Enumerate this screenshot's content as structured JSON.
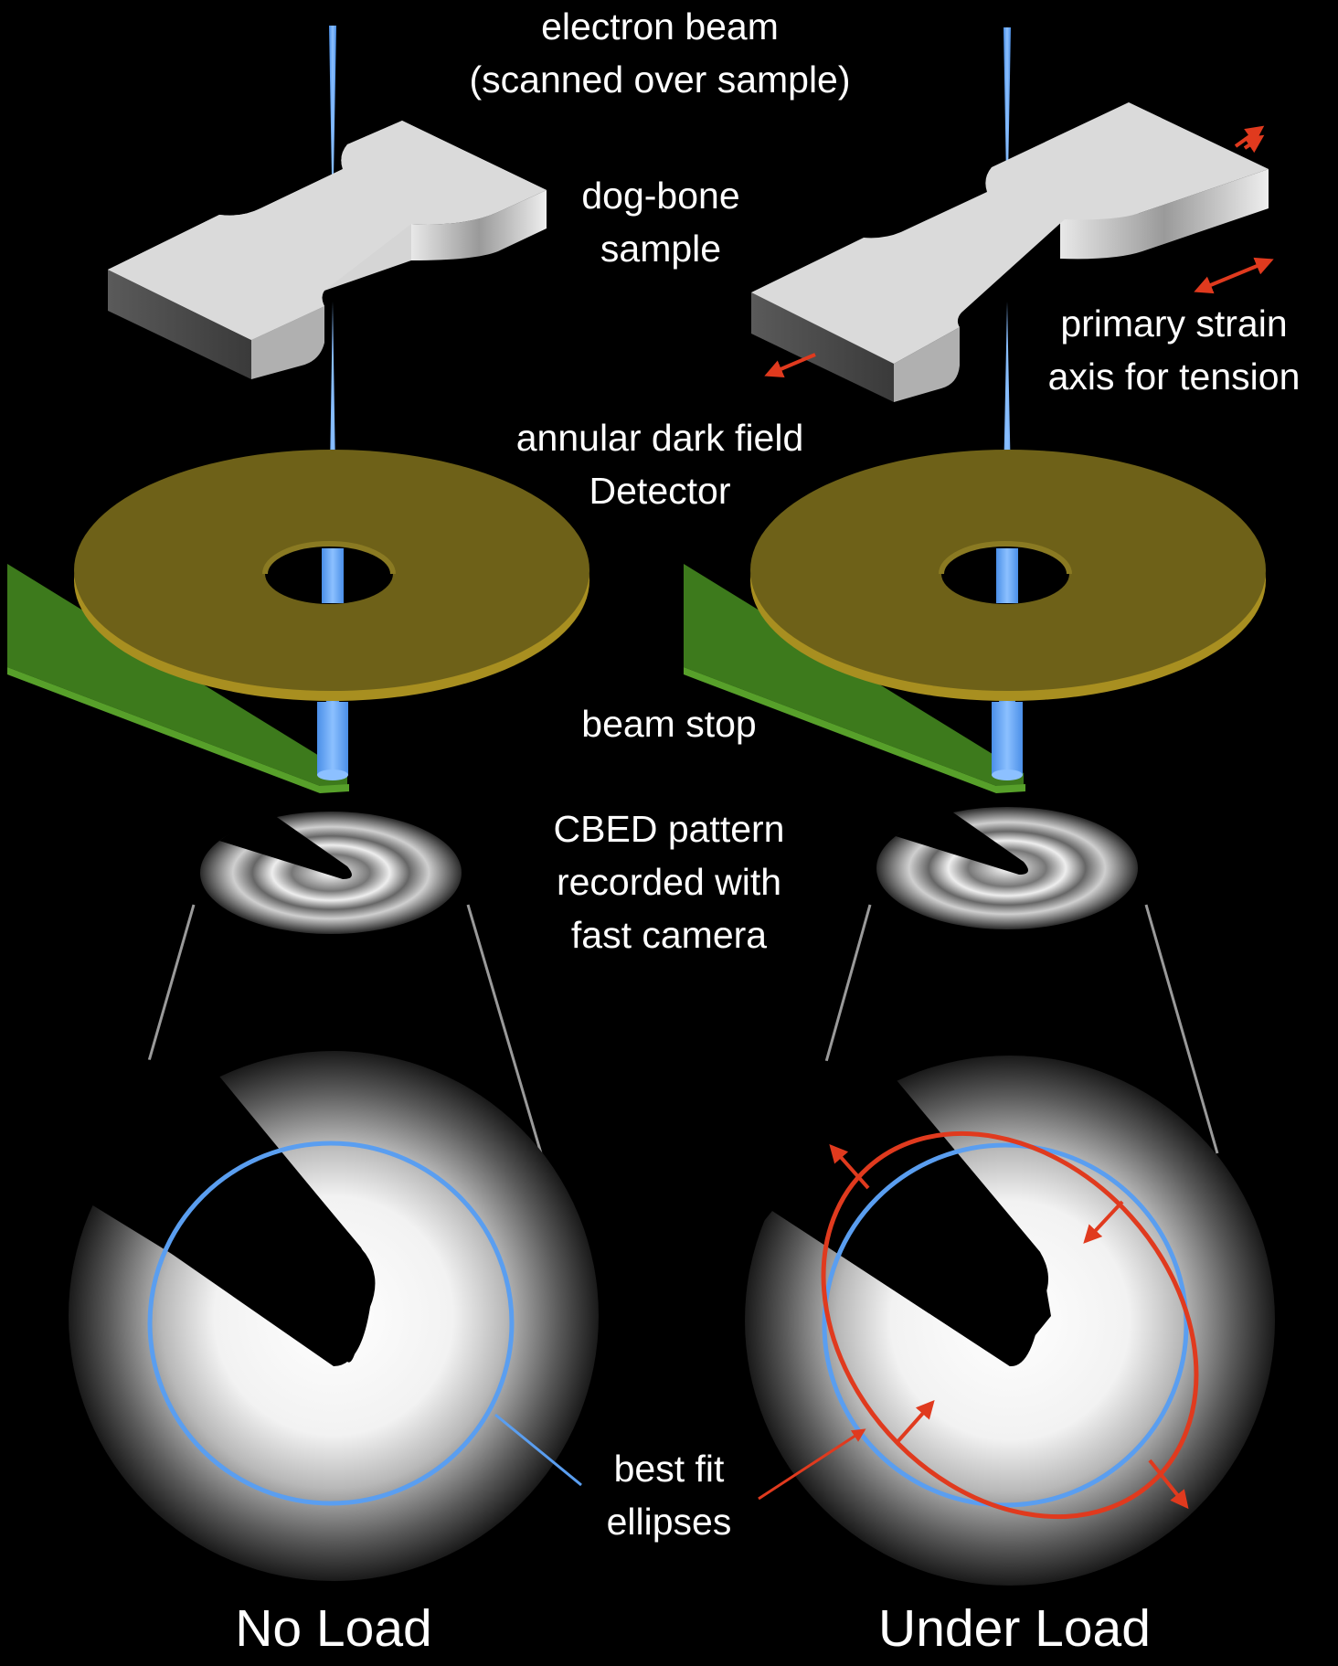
{
  "labels": {
    "electron_beam": [
      "electron beam",
      "(scanned over sample)"
    ],
    "dog_bone": [
      "dog-bone",
      "sample"
    ],
    "strain_axis": [
      "primary strain",
      "axis for tension"
    ],
    "detector": [
      "annular dark field",
      "Detector"
    ],
    "beam_stop": "beam stop",
    "cbed": [
      "CBED pattern",
      "recorded with",
      "fast camera"
    ],
    "best_fit": [
      "best fit",
      "ellipses"
    ],
    "no_load": "No Load",
    "under_load": "Under Load"
  },
  "colors": {
    "background": "#000000",
    "beam": "#5aa0ff",
    "sample": "#d8d8d8",
    "detector": "#6e6118",
    "beam_stop": "#3d7a1c",
    "fit_no_load": "#5a9ef0",
    "fit_under_load": "#e03a1e",
    "pointer_lines": "#9a9a9a"
  },
  "panels": [
    "no_load",
    "under_load"
  ]
}
